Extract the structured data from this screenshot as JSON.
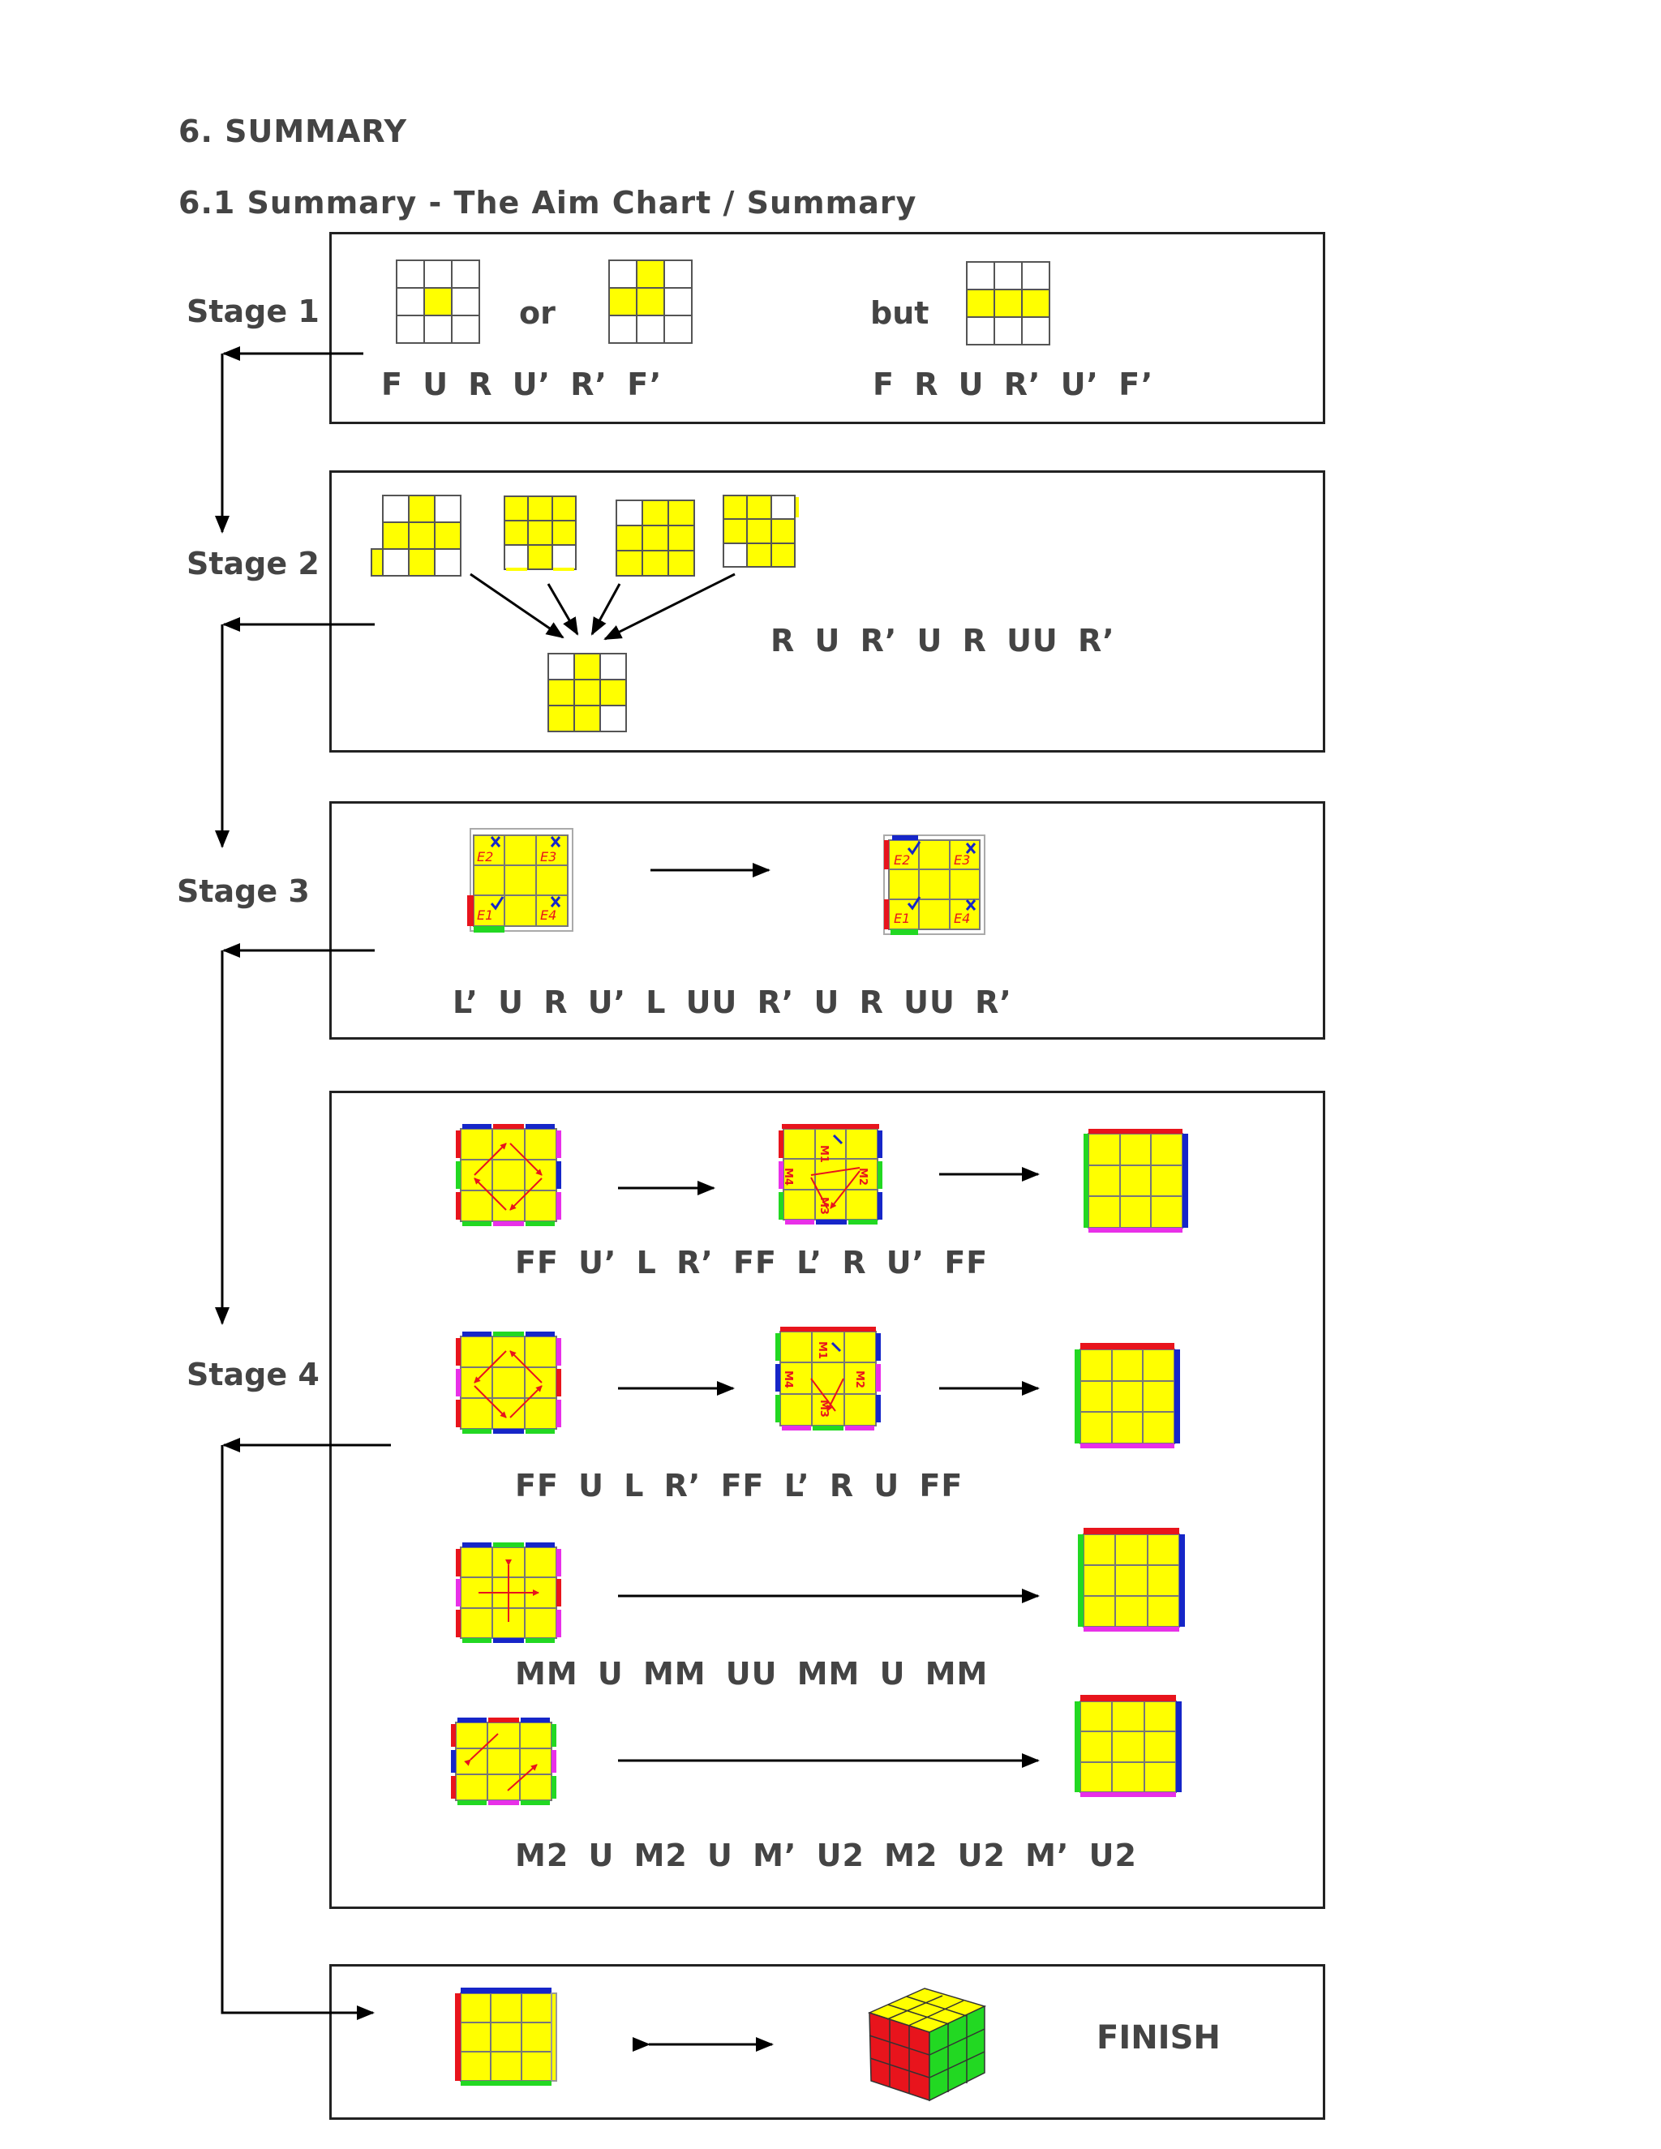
{
  "section_title": "6.  SUMMARY",
  "subsection_title": "6.1  Summary - The Aim Chart / Summary",
  "stages": {
    "stage1": {
      "label": "Stage 1",
      "or_word": "or",
      "but_word": "but",
      "alg_a": "F  U  R  U’  R’  F’",
      "alg_b": "F  R  U  R’  U’  F’"
    },
    "stage2": {
      "label": "Stage 2",
      "alg": "R  U  R’  U  R  UU  R’"
    },
    "stage3": {
      "label": "Stage 3",
      "alg": "L’  U  R   U’   L   UU   R’  U  R  UU  R’",
      "edge_labels": [
        "E2",
        "E3",
        "E1",
        "E4"
      ]
    },
    "stage4": {
      "label": "Stage 4",
      "alg1": "FF  U’  L   R’  FF  L’  R  U’ FF",
      "alg2": "FF  U   L   R’  FF  L’  R  U  FF",
      "alg3": "MM   U   MM   UU   MM   U   MM",
      "alg4": "M2  U   M2  U  M’  U2  M2  U2  M’ U2",
      "move_labels": [
        "M1",
        "M2",
        "M3",
        "M4"
      ]
    },
    "finish": {
      "label": "FINISH"
    }
  },
  "colors": {
    "yellow": "#ffff00",
    "red": "#e8141c",
    "blue": "#1626c8",
    "green": "#22d822",
    "magenta": "#e830e8",
    "grid": "#777777"
  },
  "icons": [
    "cube-face-diagram",
    "solved-cube-icon",
    "arrow-icon"
  ]
}
